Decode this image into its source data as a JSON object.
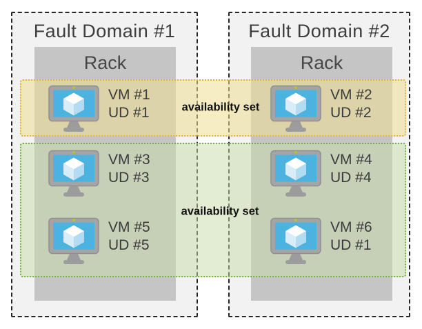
{
  "diagram": {
    "description": "Azure fault domains, racks, update domains and availability sets",
    "fault_domains": [
      {
        "title": "Fault Domain #1",
        "rack": {
          "label": "Rack",
          "vms": [
            {
              "vm_label": "VM #1",
              "ud_label": "UD #1"
            },
            {
              "vm_label": "VM #3",
              "ud_label": "UD #3"
            },
            {
              "vm_label": "VM #5",
              "ud_label": "UD #5"
            }
          ]
        }
      },
      {
        "title": "Fault Domain #2",
        "rack": {
          "label": "Rack",
          "vms": [
            {
              "vm_label": "VM #2",
              "ud_label": "UD #2"
            },
            {
              "vm_label": "VM #4",
              "ud_label": "UD #4"
            },
            {
              "vm_label": "VM #6",
              "ud_label": "UD #1"
            }
          ]
        }
      }
    ],
    "availability_sets": [
      {
        "label": "availability set",
        "members": [
          "VM #1",
          "VM #2"
        ],
        "border_color": "#e0b43c",
        "fill_color": "rgba(240,222,146,0.55)"
      },
      {
        "label": "availability set",
        "members": [
          "VM #3",
          "VM #4",
          "VM #5",
          "VM #6"
        ],
        "border_color": "#74ae47",
        "fill_color": "rgba(197,219,170,0.50)"
      }
    ],
    "colors": {
      "fault_domain_bg": "#f2f2f2",
      "fault_domain_border": "#262626",
      "rack_bg": "#c5c5c5",
      "vm_screen_blue": "#4cb3e0",
      "vm_frame_gray": "#a4a4a4",
      "cube_top": "#ffffff",
      "cube_left": "#d8edf8",
      "cube_right": "#b1dcf1",
      "power_dot": "#b5c334"
    },
    "icons": [
      {
        "name": "azure-vm-icon",
        "meaning": "virtual machine (monitor with 3D cube)"
      }
    ]
  }
}
